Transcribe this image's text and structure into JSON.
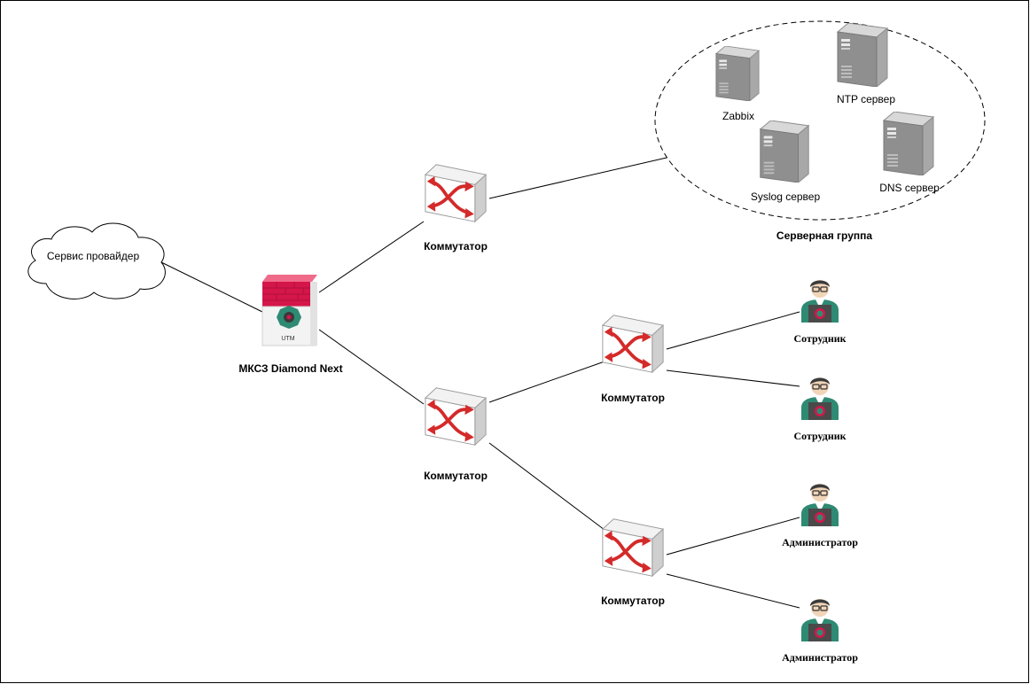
{
  "diagram": {
    "cloud_label": "Сервис провайдер",
    "utm_label": "МКСЗ Diamond Next",
    "utm_logo_text": "UTM",
    "switch_label": "Коммутатор",
    "server_group_label": "Серверная группа",
    "servers": {
      "zabbix": "Zabbix",
      "ntp": "NTP сервер",
      "syslog": "Syslog сервер",
      "dns": "DNS сервер"
    },
    "users": {
      "employee": "Сотрудник",
      "admin": "Администратор"
    },
    "colors": {
      "firewall_red": "#d5164a",
      "firewall_top": "#f06b8a",
      "switch_arrow": "#d42a2a",
      "user_shirt": "#2f8a73",
      "server_gray": "#9a9a9a",
      "border": "#000000"
    }
  }
}
